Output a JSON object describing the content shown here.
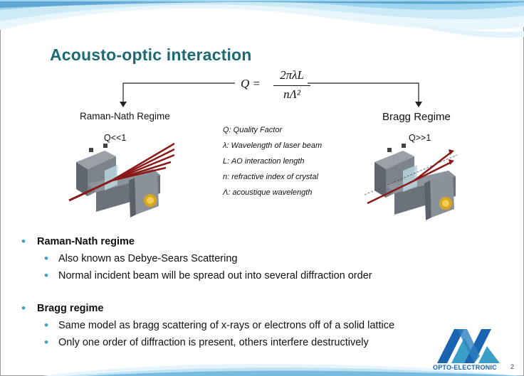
{
  "slide": {
    "title": "Acousto-optic interaction",
    "formula": {
      "lhs": "Q =",
      "numerator": "2πλL",
      "denominator": "nΛ²"
    },
    "left_regime": {
      "label": "Raman-Nath Regime",
      "condition": "Q<<1"
    },
    "right_regime": {
      "label": "Bragg Regime",
      "condition": "Q>>1"
    },
    "legend": [
      "Q: Quality Factor",
      "λ: Wavelength of laser beam",
      "L: AO interaction length",
      "n: refractive index of crystal",
      "Λ: acoustique wavelength"
    ],
    "sections": [
      {
        "heading": "Raman-Nath regime",
        "items": [
          "Also known as Debye-Sears Scattering",
          "Normal incident beam will be spread out into several diffraction order"
        ]
      },
      {
        "heading": "Bragg regime",
        "items": [
          "Same model as bragg scattering of x-rays or electrons off of a solid lattice",
          "Only one order of diffraction is present, others interfere destructively"
        ]
      }
    ],
    "logo_text": "OPTO-ELECTRONIC",
    "page_number": "2"
  },
  "colors": {
    "title": "#1c6b74",
    "bullet": "#3aa0c8",
    "wave_light": "#9ed6f0",
    "wave_dark": "#2d7fc0",
    "beam": "#8b1a1a",
    "logo": "#1a63b0"
  }
}
